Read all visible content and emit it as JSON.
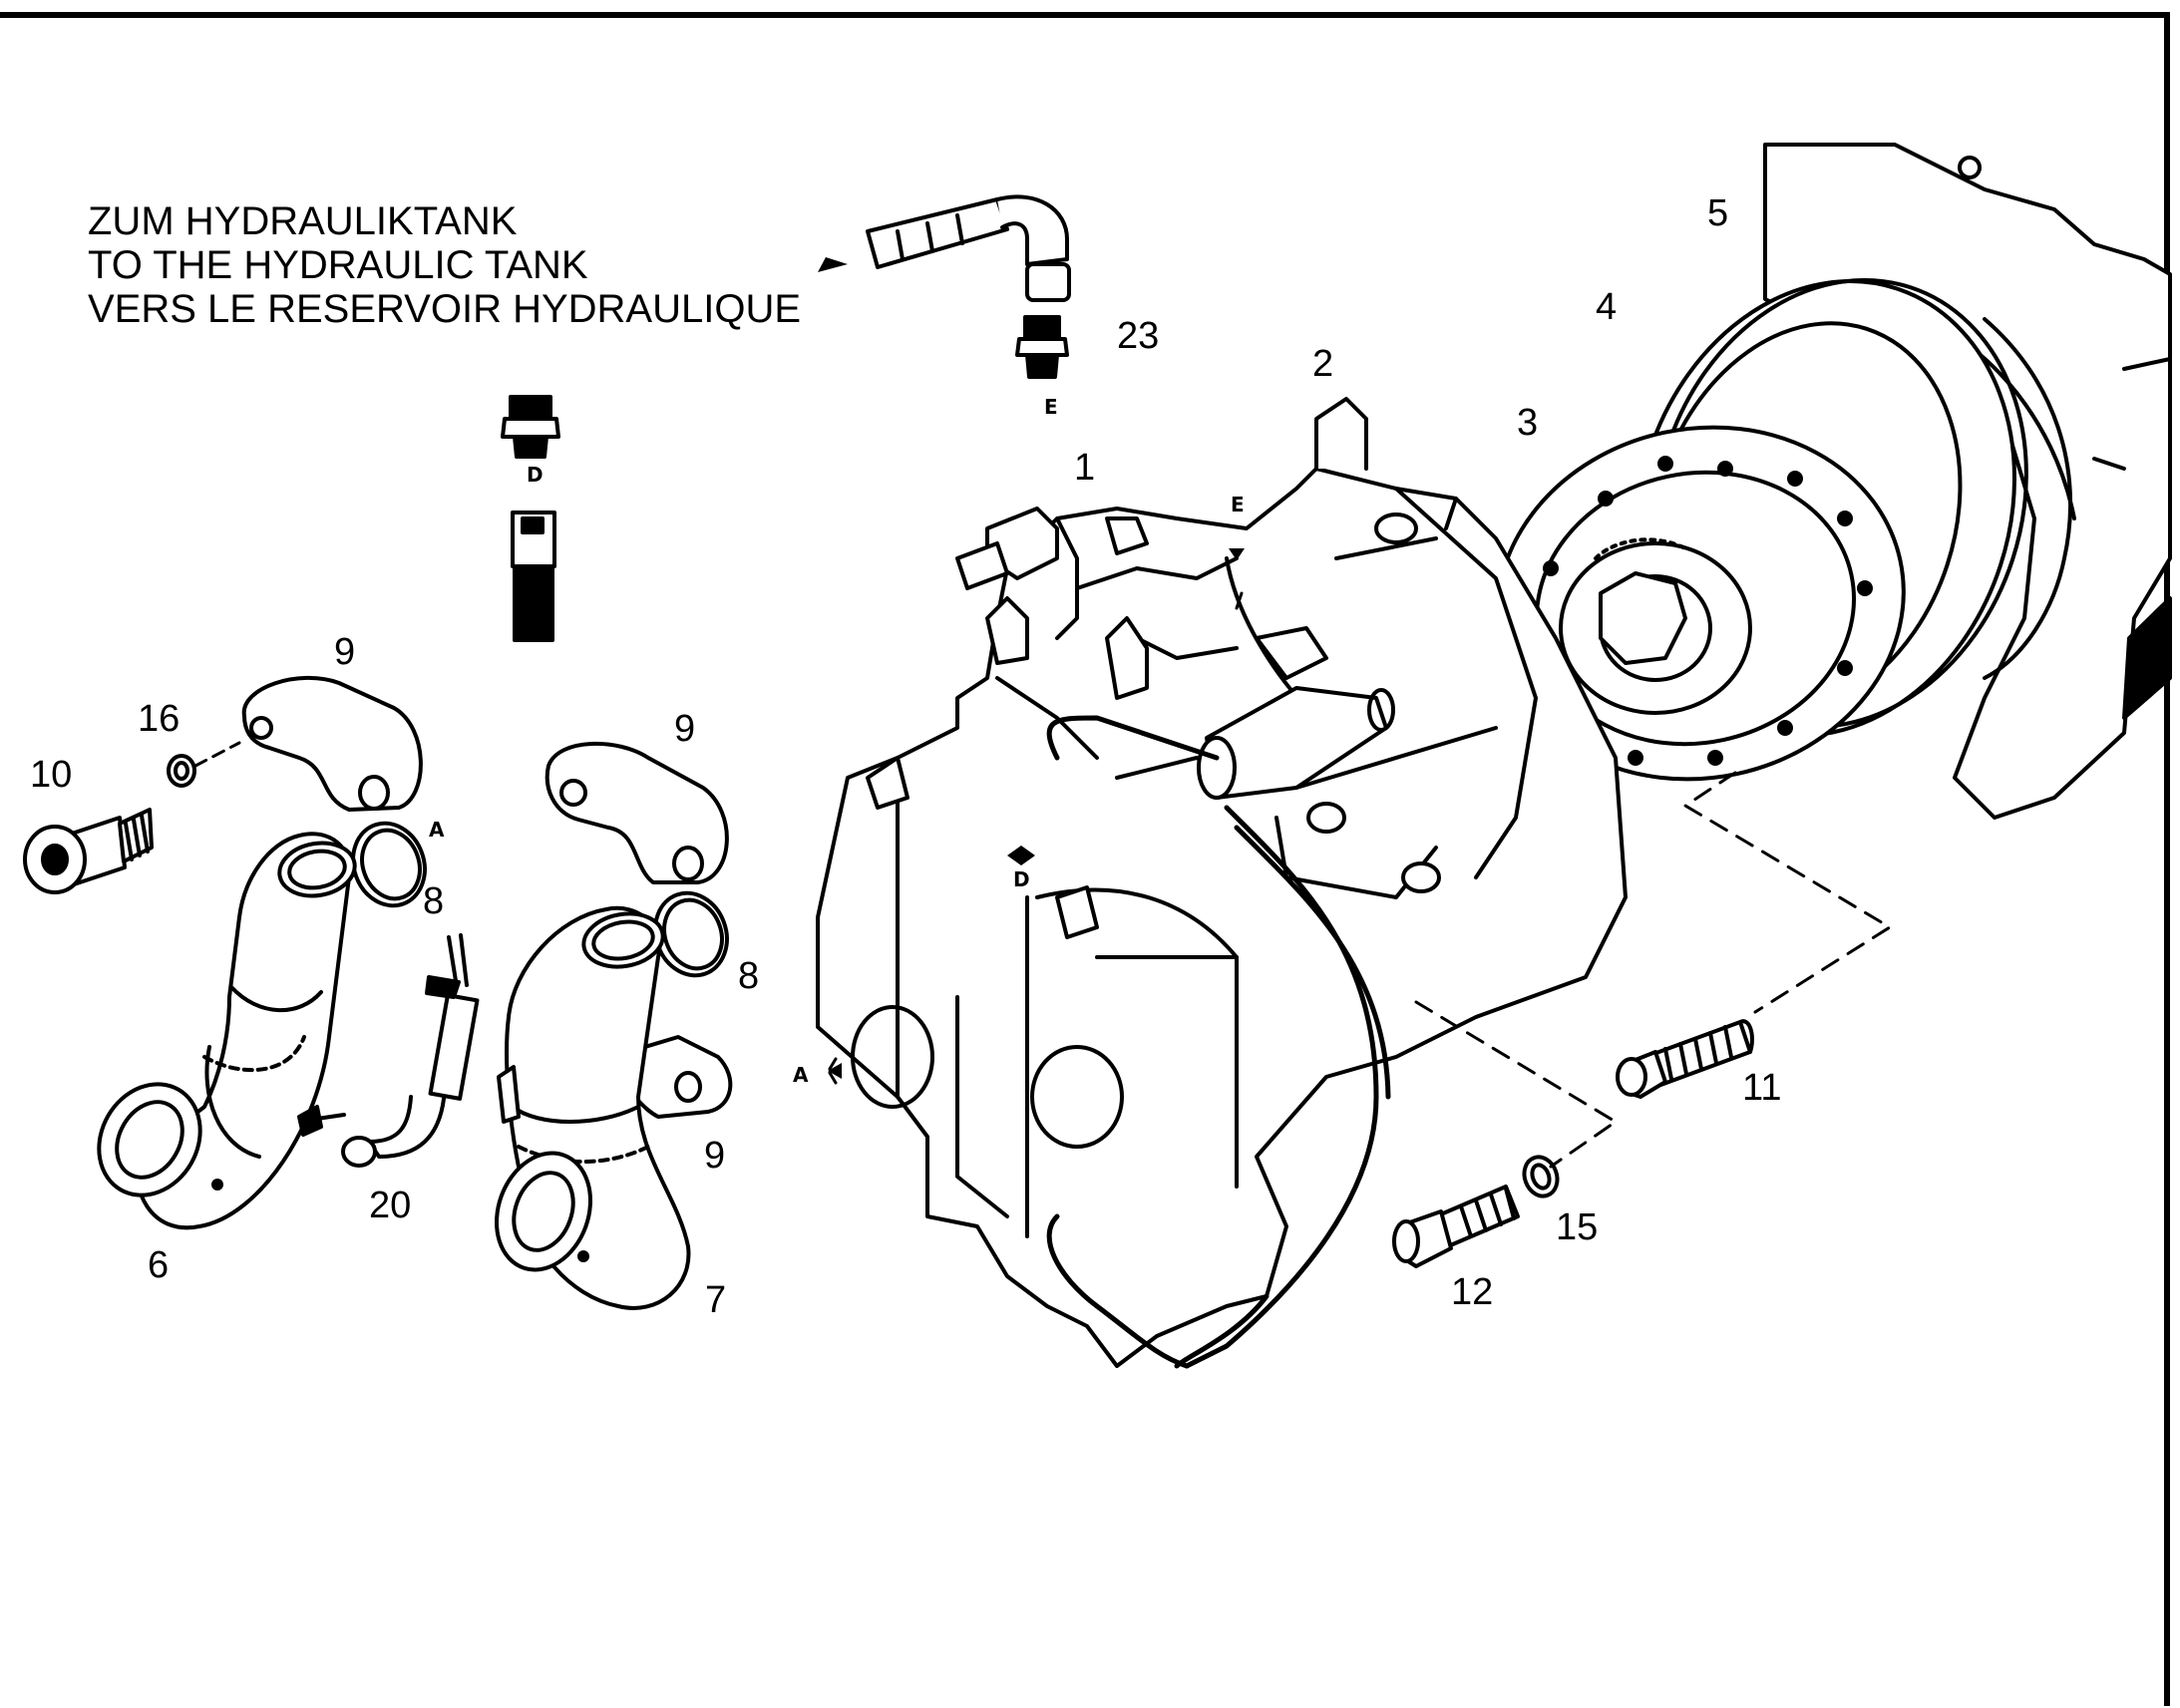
{
  "note": {
    "line_de": "ZUM HYDRAULIKTANK",
    "line_en": "TO THE HYDRAULIC TANK",
    "line_fr": "VERS LE RESERVOIR HYDRAULIQUE"
  },
  "callouts": {
    "c1": "1",
    "c2": "2",
    "c3": "3",
    "c4": "4",
    "c5": "5",
    "c6": "6",
    "c7": "7",
    "c8a": "8",
    "c8b": "8",
    "c9a": "9",
    "c9b": "9",
    "c9c": "9",
    "c10": "10",
    "c11": "11",
    "c12": "12",
    "c15": "15",
    "c16": "16",
    "c20": "20",
    "c23": "23"
  },
  "connection_letters": {
    "a1": "A",
    "a2": "A",
    "d1": "D",
    "d2": "D",
    "e1": "E",
    "e2": "E"
  }
}
